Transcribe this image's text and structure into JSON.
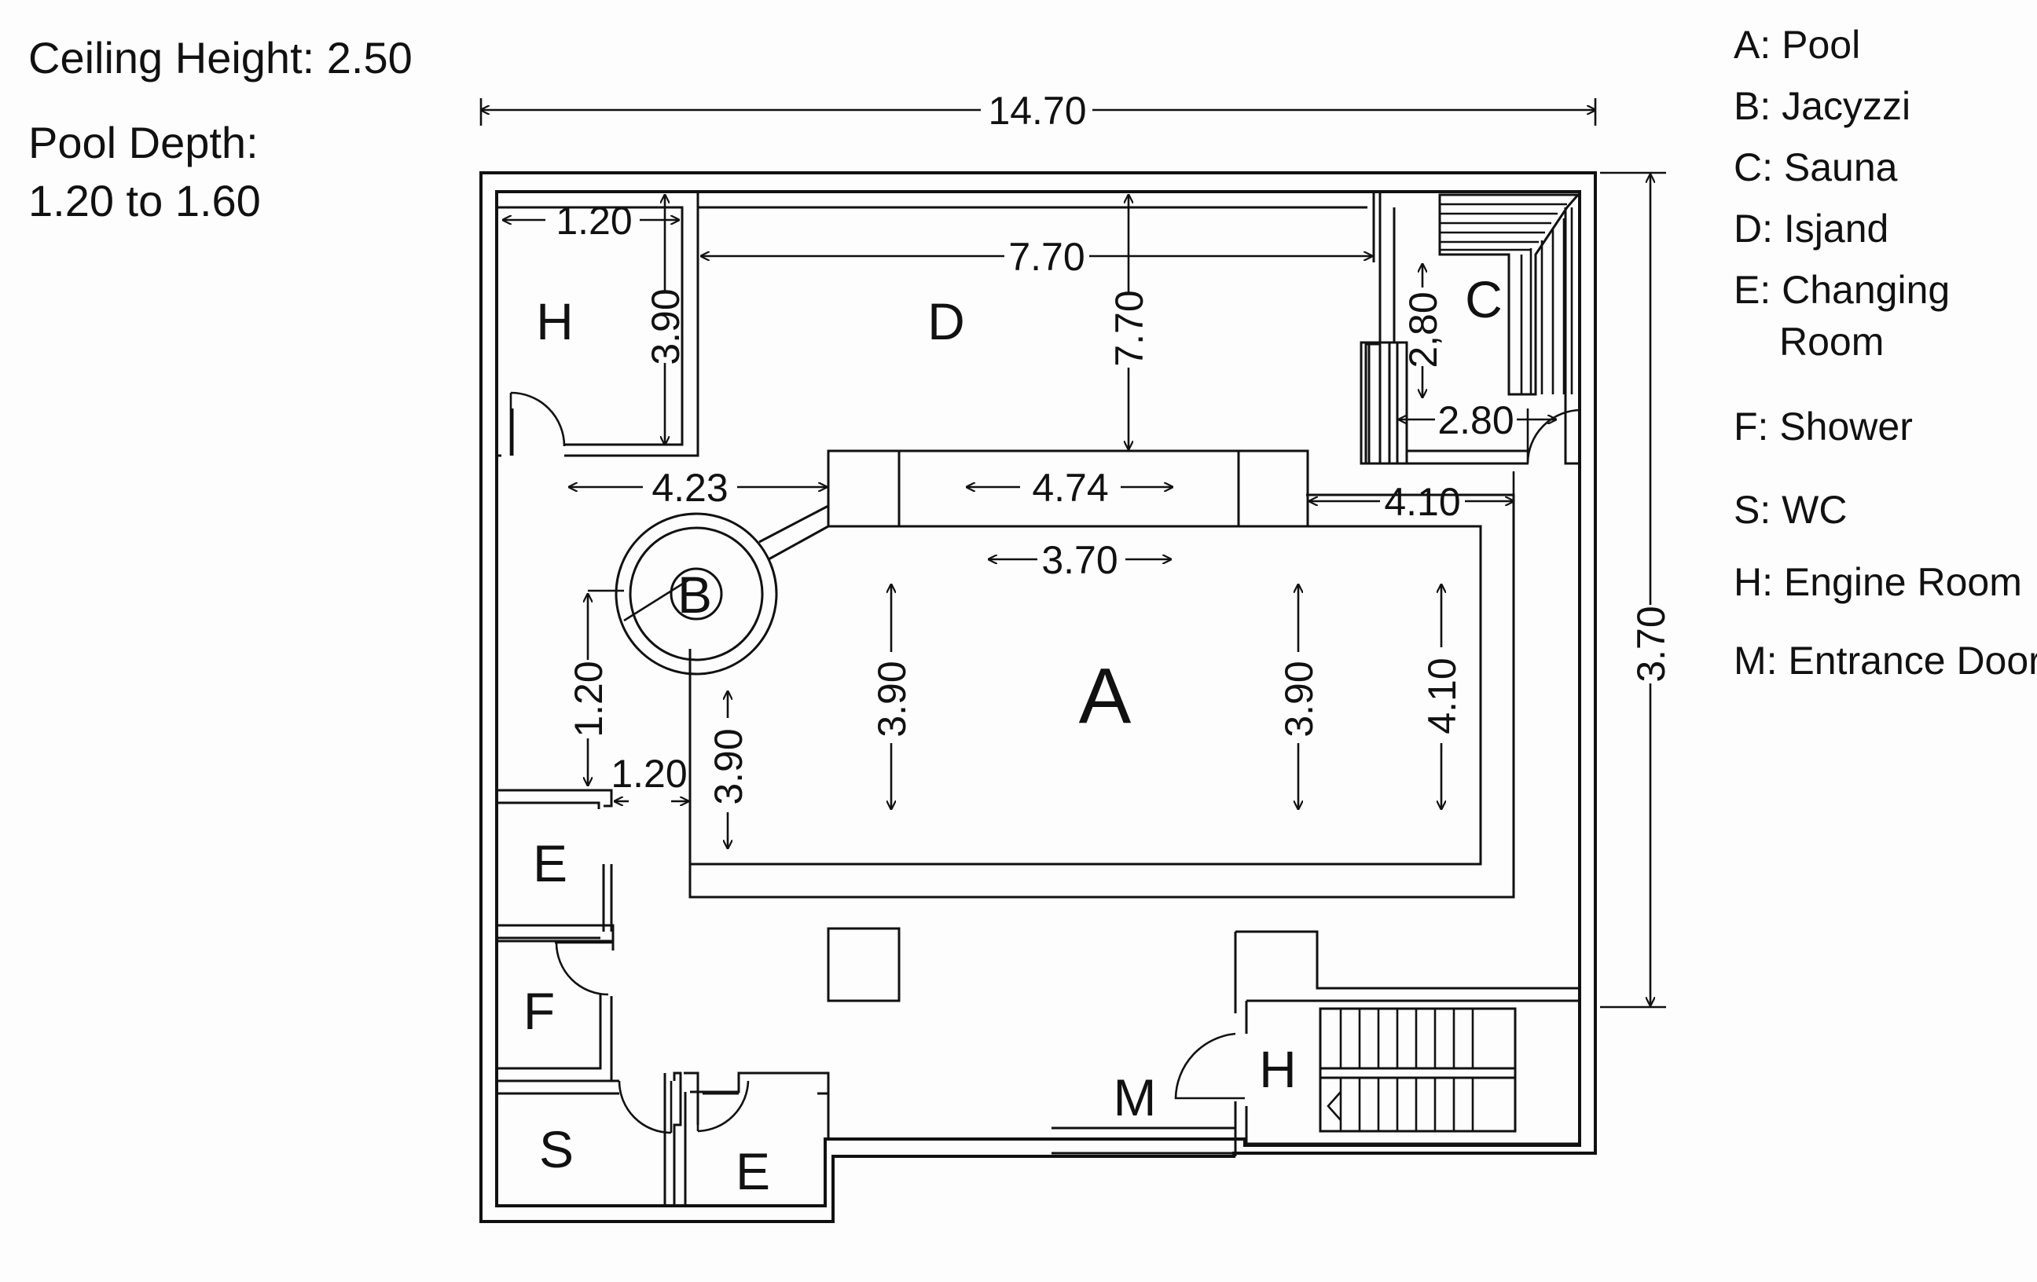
{
  "notes": {
    "ceiling_height": "Ceiling Height: 2.50",
    "pool_depth_label": "Pool Depth:",
    "pool_depth_range": "1.20 to 1.60"
  },
  "legend": [
    {
      "text": "A: Pool"
    },
    {
      "text": "B: Jacyzzi"
    },
    {
      "text": "C: Sauna"
    },
    {
      "text": "D: Isjand"
    },
    {
      "text": "E: Changing"
    },
    {
      "text": "Room"
    },
    {
      "text": "F: Shower"
    },
    {
      "text": "S: WC"
    },
    {
      "text": "H: Engine Room"
    },
    {
      "text": "M: Entrance Door"
    }
  ],
  "rooms": {
    "pool": "A",
    "jacuzzi": "B",
    "sauna": "C",
    "island": "D",
    "changing_1": "E",
    "changing_2": "E",
    "shower": "F",
    "wc": "S",
    "engine_room_1": "H",
    "engine_room_2": "H",
    "entrance": "M"
  },
  "dimensions": {
    "overall_width": "14.70",
    "overall_height": "3.70",
    "engine_width": "1.20",
    "engine_height": "3.90",
    "island_width": "7.70",
    "island_height": "7.70",
    "sauna_height": "2,80",
    "sauna_width": "2.80",
    "jacuzzi_offset": "4.23",
    "bridge_length": "4.74",
    "right_offset": "4.10",
    "pool_top_width": "3.70",
    "jacuzzi_to_wall": "1.20",
    "corridor_width": "1.20",
    "pool_left_depth": "3.90",
    "pool_depth_1": "3.90",
    "pool_depth_2": "3.90",
    "pool_depth_3": "4.10"
  }
}
